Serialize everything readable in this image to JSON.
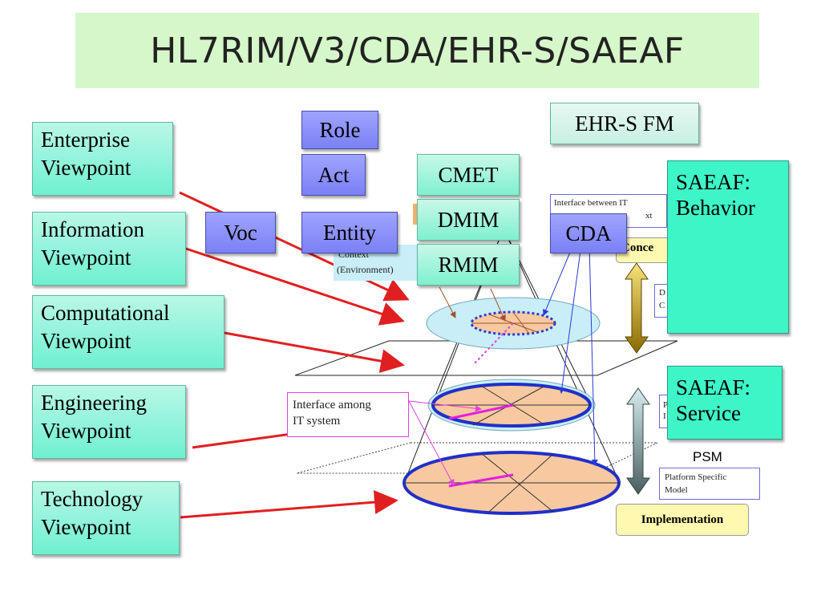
{
  "title": "HL7RIM/V3/CDA/EHR-S/SAEAF",
  "viewpoints": [
    {
      "line1": "Enterprise",
      "line2": "Viewpoint"
    },
    {
      "line1": "Information",
      "line2": "Viewpoint"
    },
    {
      "line1": "Computational",
      "line2": "Viewpoint"
    },
    {
      "line1": "Engineering",
      "line2": "Viewpoint"
    },
    {
      "line1": "Technology",
      "line2": "Viewpoint"
    }
  ],
  "rim_boxes": {
    "role": "Role",
    "act": "Act",
    "entity": "Entity",
    "voc": "Voc"
  },
  "v3_boxes": {
    "cmet": "CMET",
    "dmim": "DMIM",
    "rmim": "RMIM"
  },
  "ehr": "EHR-S FM",
  "cda": "CDA",
  "saeaf_behavior": {
    "line1": "SAEAF:",
    "line2": "Behavior"
  },
  "saeaf_service": {
    "line1": "SAEAF:",
    "line2": "Service"
  },
  "labels": {
    "interface_it": "Interface between IT",
    "interface_it_tail": "xt",
    "context_line1": "Context",
    "context_line2": "(Environment)",
    "interface_among_line1": "Interface among",
    "interface_among_line2": "IT system",
    "psm": "PSM",
    "psm_line1": "Platform Specific",
    "psm_line2": "Model",
    "implementation": "Implementation",
    "concept_fragment": "Conce",
    "d_fragment": "D",
    "c_fragment": "C",
    "p_fragment": "P",
    "i_fragment": "I"
  },
  "colors": {
    "viewpoint_fill": "#7ff0cf",
    "rim_fill": "#8a8ff8",
    "saeaf_fill": "#3ef5c8",
    "arrow": "#e02020",
    "title_bg": "#d6f7c9"
  }
}
